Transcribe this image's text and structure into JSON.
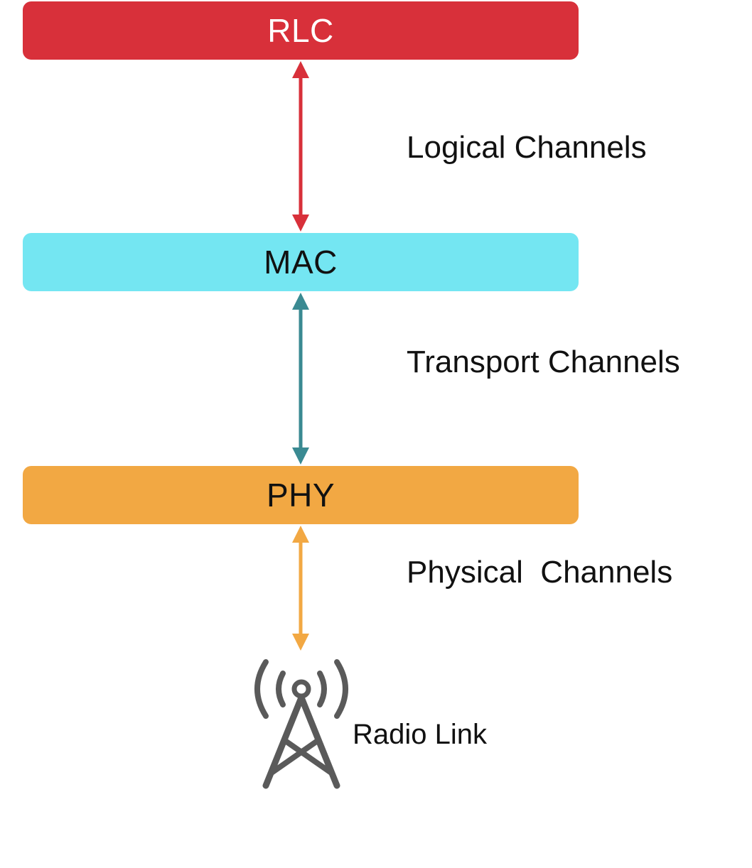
{
  "layers": {
    "rlc": {
      "label": "RLC",
      "color": "#d8303a",
      "text_color": "#ffffff"
    },
    "mac": {
      "label": "MAC",
      "color": "#74e6f2",
      "text_color": "#111111"
    },
    "phy": {
      "label": "PHY",
      "color": "#f2a843",
      "text_color": "#111111"
    }
  },
  "channels": {
    "logical": {
      "label": "Logical Channels",
      "color": "#d8303a"
    },
    "transport": {
      "label": "Transport Channels",
      "color": "#3a8a92"
    },
    "physical": {
      "label": "Physical  Channels",
      "color": "#f2a843"
    }
  },
  "radio": {
    "label": "Radio Link",
    "icon": "radio-tower-icon",
    "color": "#5a5a5a"
  }
}
